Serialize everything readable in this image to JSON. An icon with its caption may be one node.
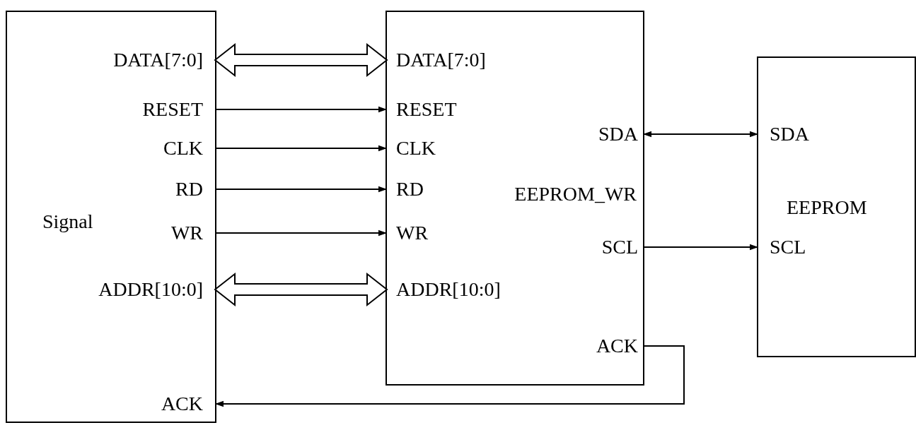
{
  "diagram": {
    "nodes": [
      {
        "text": [
          "Signal"
        ]
      },
      {
        "text": [
          "DATA[7:0]"
        ],
        "in": 0
      },
      {
        "text": [
          "RESET"
        ],
        "in": 0
      },
      {
        "text": [
          "CLK"
        ],
        "in": 0
      },
      {
        "text": [
          "RD"
        ],
        "in": 0
      },
      {
        "text": [
          "WR"
        ],
        "in": 0
      },
      {
        "text": [
          "ADDR[10:0]"
        ],
        "in": 0
      },
      {
        "text": [
          "ACK"
        ],
        "in": 0
      },
      {
        "text": [
          "EEPROM_WR"
        ]
      },
      {
        "text": [
          "DATA[7:0]"
        ],
        "in": 8
      },
      {
        "text": [
          "RESET"
        ],
        "in": 8
      },
      {
        "text": [
          "CLK"
        ],
        "in": 8
      },
      {
        "text": [
          "RD"
        ],
        "in": 8
      },
      {
        "text": [
          "WR"
        ],
        "in": 8
      },
      {
        "text": [
          "ADDR[10:0]"
        ],
        "in": 8
      },
      {
        "text": [
          "SDA"
        ],
        "in": 8
      },
      {
        "text": [
          "SCL"
        ],
        "in": 8
      },
      {
        "text": [
          "ACK"
        ],
        "in": 8
      },
      {
        "text": [
          "EEPROM"
        ]
      },
      {
        "text": [
          "SDA"
        ],
        "in": 18
      },
      {
        "text": [
          "SCL"
        ],
        "in": 18
      }
    ],
    "edges": [
      {
        "from": 1,
        "to": 9,
        "arrow": "both",
        "style": "thick"
      },
      {
        "from": 2,
        "to": 10,
        "arrow": "to"
      },
      {
        "from": 3,
        "to": 11,
        "arrow": "to"
      },
      {
        "from": 4,
        "to": 12,
        "arrow": "to"
      },
      {
        "from": 5,
        "to": 13,
        "arrow": "to"
      },
      {
        "from": 6,
        "to": 14,
        "arrow": "both",
        "style": "thick"
      },
      {
        "from": 15,
        "to": 19,
        "arrow": "both"
      },
      {
        "from": 16,
        "to": 20,
        "arrow": "to"
      },
      {
        "from": 17,
        "to": 7,
        "arrow": "to"
      }
    ]
  }
}
